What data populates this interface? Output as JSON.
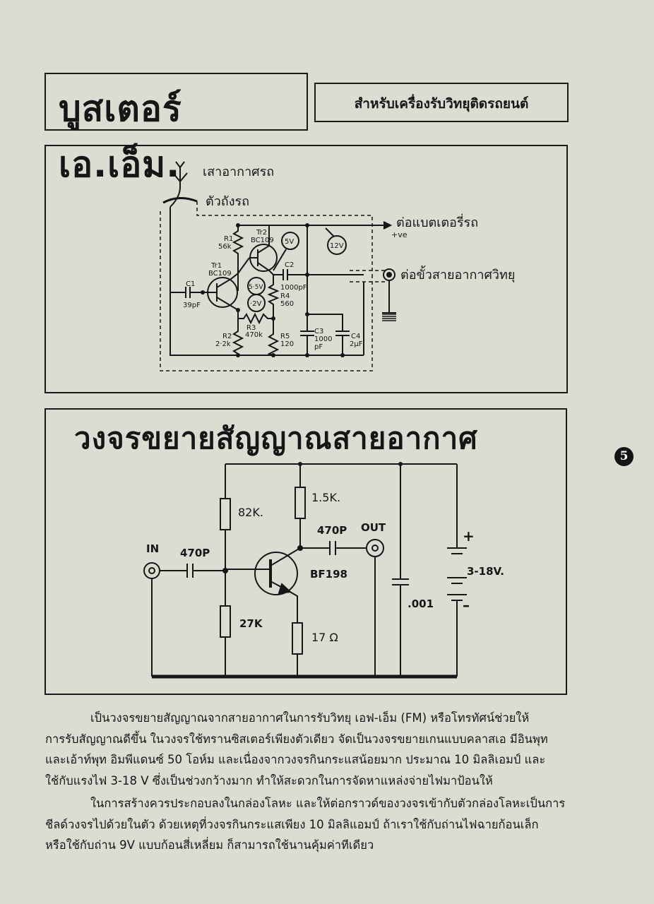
{
  "header": {
    "title": "บูสเตอร์ เอ.เอ็ม.",
    "subtitle": "สำหรับเครื่องรับวิทยุติดรถยนต์"
  },
  "figure1": {
    "labels": {
      "antenna": "เสาอากาศรถ",
      "body": "ตัวถังรถ",
      "battery": "ต่อแบตเตอรี่รถ",
      "plus_ve": "+ve",
      "radio": "ต่อขั้วสายอากาศวิทยุ"
    },
    "voltages": [
      "5V",
      "12V",
      "5·5V",
      "·2V"
    ],
    "components": {
      "r1": [
        "R1",
        "56k"
      ],
      "tr2": [
        "Tr2",
        "BC109"
      ],
      "tr1": [
        "Tr1",
        "BC109"
      ],
      "c1": [
        "C1",
        "39pF"
      ],
      "c2": [
        "C2",
        "1000pF"
      ],
      "r4": [
        "R4",
        "560"
      ],
      "r3": [
        "R3",
        "470k"
      ],
      "r2": [
        "R2",
        "2·2k"
      ],
      "r5": [
        "R5",
        "120"
      ],
      "c3": [
        "C3",
        "1000",
        "pF"
      ],
      "c4": [
        "C4",
        "2μF"
      ]
    }
  },
  "figure2": {
    "title": "วงจรขยายสัญญาณสายอากาศ",
    "labels": {
      "in": "IN",
      "c_in": "470P",
      "r_top": "82K.",
      "r_bottom": "27K",
      "r_collector": "1.5K.",
      "c_out": "470P",
      "out": "OUT",
      "transistor": "BF198",
      "r_emitter": "17 Ω",
      "cap": ".001",
      "supply": "3-18V.",
      "plus": "+",
      "minus": "–"
    }
  },
  "page_number": "5",
  "body": {
    "paragraph1": [
      "เป็นวงจรขยายสัญญาณจากสายอากาศในการรับวิทยุ เอฟ-เอ็ม (FM) หรือโทรทัศน์ช่วยให้",
      "การรับสัญญาณดีขึ้น ในวงจรใช้ทรานซิสเตอร์เพียงตัวเดียว จัดเป็นวงจรขยายเกนแบบคลาสเอ มีอินพุท",
      "และเอ้าท์พุท อิมพีแดนซ์ 50 โอห์ม และเนื่องจากวงจรกินกระแสน้อยมาก ประมาณ 10 มิลลิเอมป์ และ",
      "ใช้กับแรงไฟ 3-18 V ซึ่งเป็นช่วงกว้างมาก ทำให้สะดวกในการจัดหาแหล่งจ่ายไฟมาป้อนให้"
    ],
    "paragraph2": [
      "ในการสร้างควรประกอบลงในกล่องโลหะ และให้ต่อกราวด์ของวงจรเข้ากับตัวกล่องโลหะเป็นการ",
      "ชีลด์วงจรไปด้วยในตัว ด้วยเหตุที่วงจรกินกระแสเพียง 10 มิลลิแอมป์ ถ้าเราใช้กับถ่านไฟฉายก้อนเล็ก",
      "หรือใช้กับถ่าน 9V แบบก้อนสี่เหลี่ยม ก็สามารถใช้นานคุ้มค่าทีเดียว"
    ]
  }
}
